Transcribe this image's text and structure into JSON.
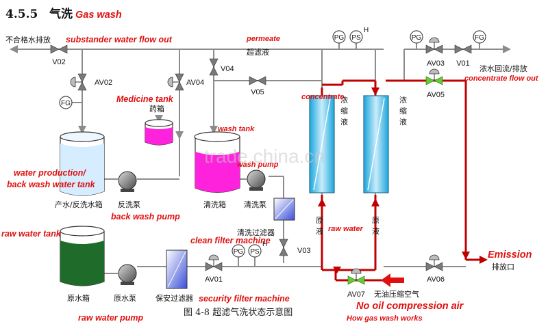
{
  "heading": {
    "number": "4.5.5",
    "cn": "气洗",
    "en": "Gas wash"
  },
  "caption": {
    "cn": "图 4-8  超滤气洗状态示意图",
    "en": "How gas wash works"
  },
  "watermark": "trade.china.cn",
  "outlets": {
    "substandard_cn": "不合格水排放",
    "substandard_en": "substander water flow out",
    "concentrate_cn": "浓水回流/排放",
    "concentrate_en": "concentrate flow out",
    "emission_cn": "排放口",
    "emission_en": "Emission"
  },
  "pipes": {
    "permeate_en": "permeate",
    "permeate_cn": "超滤液",
    "concentrate_en": "concentrate",
    "raw_water_en": "raw water",
    "air_en": "No oil compression air",
    "air_cn": "无油压缩空气"
  },
  "modules": {
    "concentrate_label_cn": [
      "浓",
      "缩",
      "液"
    ],
    "raw_label_cn": [
      "原",
      "液"
    ]
  },
  "equipment": {
    "production_tank_cn": "产水/反洗水箱",
    "production_tank_en_1": "water production/",
    "production_tank_en_2": "back wash water tank",
    "backwash_pump_cn": "反洗泵",
    "backwash_pump_en": "back wash pump",
    "medicine_tank_cn": "药箱",
    "medicine_tank_en": "Medicine tank",
    "wash_tank_cn": "清洗箱",
    "wash_tank_en": "wash tank",
    "wash_pump_cn": "清洗泵",
    "wash_pump_en": "wash pump",
    "clean_filter_cn": "清洗过滤器",
    "clean_filter_en": "clean filter machine",
    "raw_tank_cn": "原水箱",
    "raw_tank_en": "raw water tank",
    "raw_pump_cn": "原水泵",
    "raw_pump_en": "raw water pump",
    "security_filter_cn": "保安过滤器",
    "security_filter_en": "security filter machine"
  },
  "valves": {
    "v01": "V01",
    "v02": "V02",
    "v03": "V03",
    "v04": "V04",
    "v05": "V05",
    "av01": "AV01",
    "av02": "AV02",
    "av03": "AV03",
    "av04": "AV04",
    "av05": "AV05",
    "av06": "AV06",
    "av07": "AV07"
  },
  "instruments": {
    "pg": "PG",
    "ps": "PS",
    "fg": "FG",
    "h": "H"
  },
  "colors": {
    "pipe": "#8c8c8c",
    "gas_wash_flow": "#c00000",
    "annotation": "#e01010",
    "wash_liquid": "#ff22dd",
    "raw_water": "#1f6b2a",
    "product_water": "#d6ecff"
  }
}
